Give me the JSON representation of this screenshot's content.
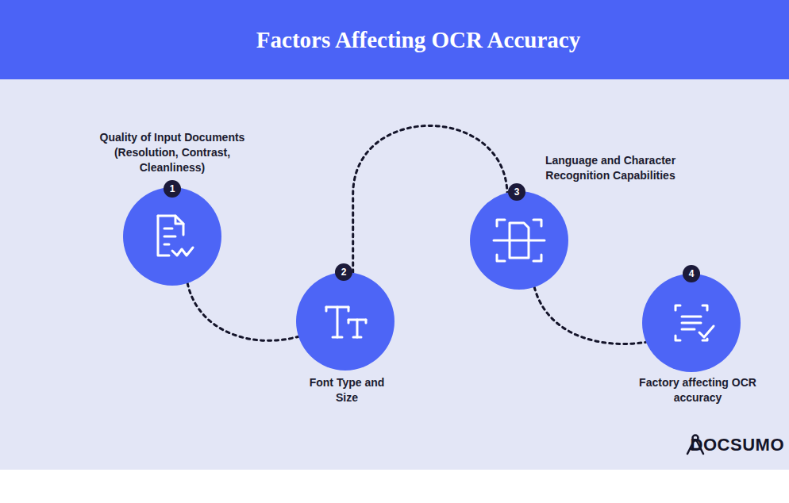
{
  "diagram": {
    "title": "Factors Affecting OCR Accuracy",
    "nodes": [
      {
        "text": [
          "Quality of Input Documents (Resolution, Contrast, Cleanliness)"
        ]
      },
      {
        "text": [
          "Font Type and Size"
        ]
      },
      {
        "text": [
          "Language and Character Recognition Capabilities"
        ]
      },
      {
        "text": [
          "Factory affecting OCR accuracy"
        ]
      }
    ],
    "edges": [
      {
        "from": 0,
        "to": 1,
        "arrow": "none"
      },
      {
        "from": 1,
        "to": 2,
        "arrow": "none"
      },
      {
        "from": 2,
        "to": 3,
        "arrow": "none"
      }
    ],
    "labels": [
      "1",
      "2",
      "3",
      "4",
      "DOCSUMO"
    ]
  }
}
